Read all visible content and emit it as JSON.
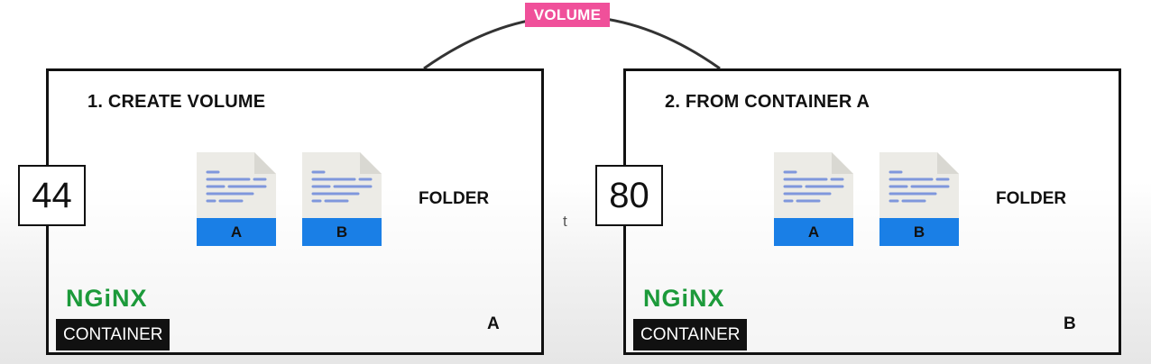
{
  "volume": {
    "label": "VOLUME"
  },
  "containers": [
    {
      "step_title": "1. CREATE VOLUME",
      "port": "44",
      "files": [
        {
          "label": "A"
        },
        {
          "label": "B"
        }
      ],
      "folder_label": "FOLDER",
      "logo_text": "NGiNX",
      "container_tag": "CONTAINER",
      "container_name": "A"
    },
    {
      "step_title": "2. FROM CONTAINER A",
      "port": "80",
      "files": [
        {
          "label": "A"
        },
        {
          "label": "B"
        }
      ],
      "folder_label": "FOLDER",
      "logo_text": "NGiNX",
      "container_tag": "CONTAINER",
      "container_name": "B"
    }
  ],
  "stray_text": "t",
  "colors": {
    "volume_tag": "#f0509a",
    "file_label": "#1a7fe6",
    "nginx": "#1c9a3a",
    "document_lines": "#7f97dc"
  },
  "icons": [
    "document-icon",
    "nginx-logo"
  ]
}
